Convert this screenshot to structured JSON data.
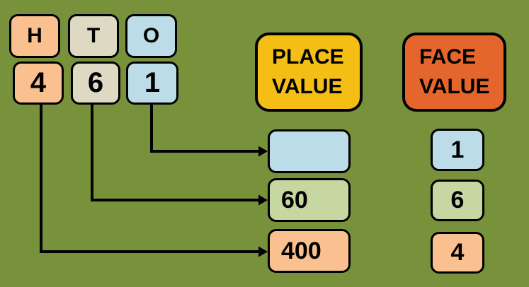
{
  "colors": {
    "background": "#78923C",
    "hundreds_box": "#FAC08F",
    "tens_box": "#DDD9C3",
    "ones_box": "#BCDDE8",
    "value_green_box": "#C6D7A2",
    "place_value_header": "#F4BE15",
    "face_value_header": "#E4662D",
    "outline_and_text": "#000000"
  },
  "digit_grid": {
    "column_labels": [
      "H",
      "T",
      "O"
    ],
    "digits": [
      "4",
      "6",
      "1"
    ]
  },
  "place_value_header": {
    "line1": "PLACE",
    "line2": "VALUE"
  },
  "face_value_header": {
    "line1": "FACE",
    "line2": "VALUE"
  },
  "place_values": {
    "ones": "",
    "tens": "60",
    "hundreds": "400"
  },
  "face_values": {
    "ones": "1",
    "tens": "6",
    "hundreds": "4"
  }
}
